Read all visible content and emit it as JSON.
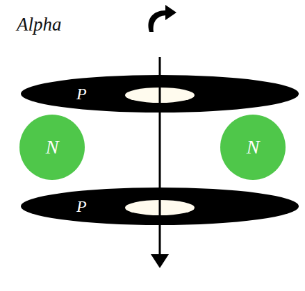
{
  "diagram": {
    "title": "Alpha",
    "nodes": [
      {
        "text": [
          "P"
        ]
      },
      {
        "text": [
          "N"
        ]
      },
      {
        "text": [
          "N"
        ]
      },
      {
        "text": [
          "P"
        ]
      }
    ]
  }
}
